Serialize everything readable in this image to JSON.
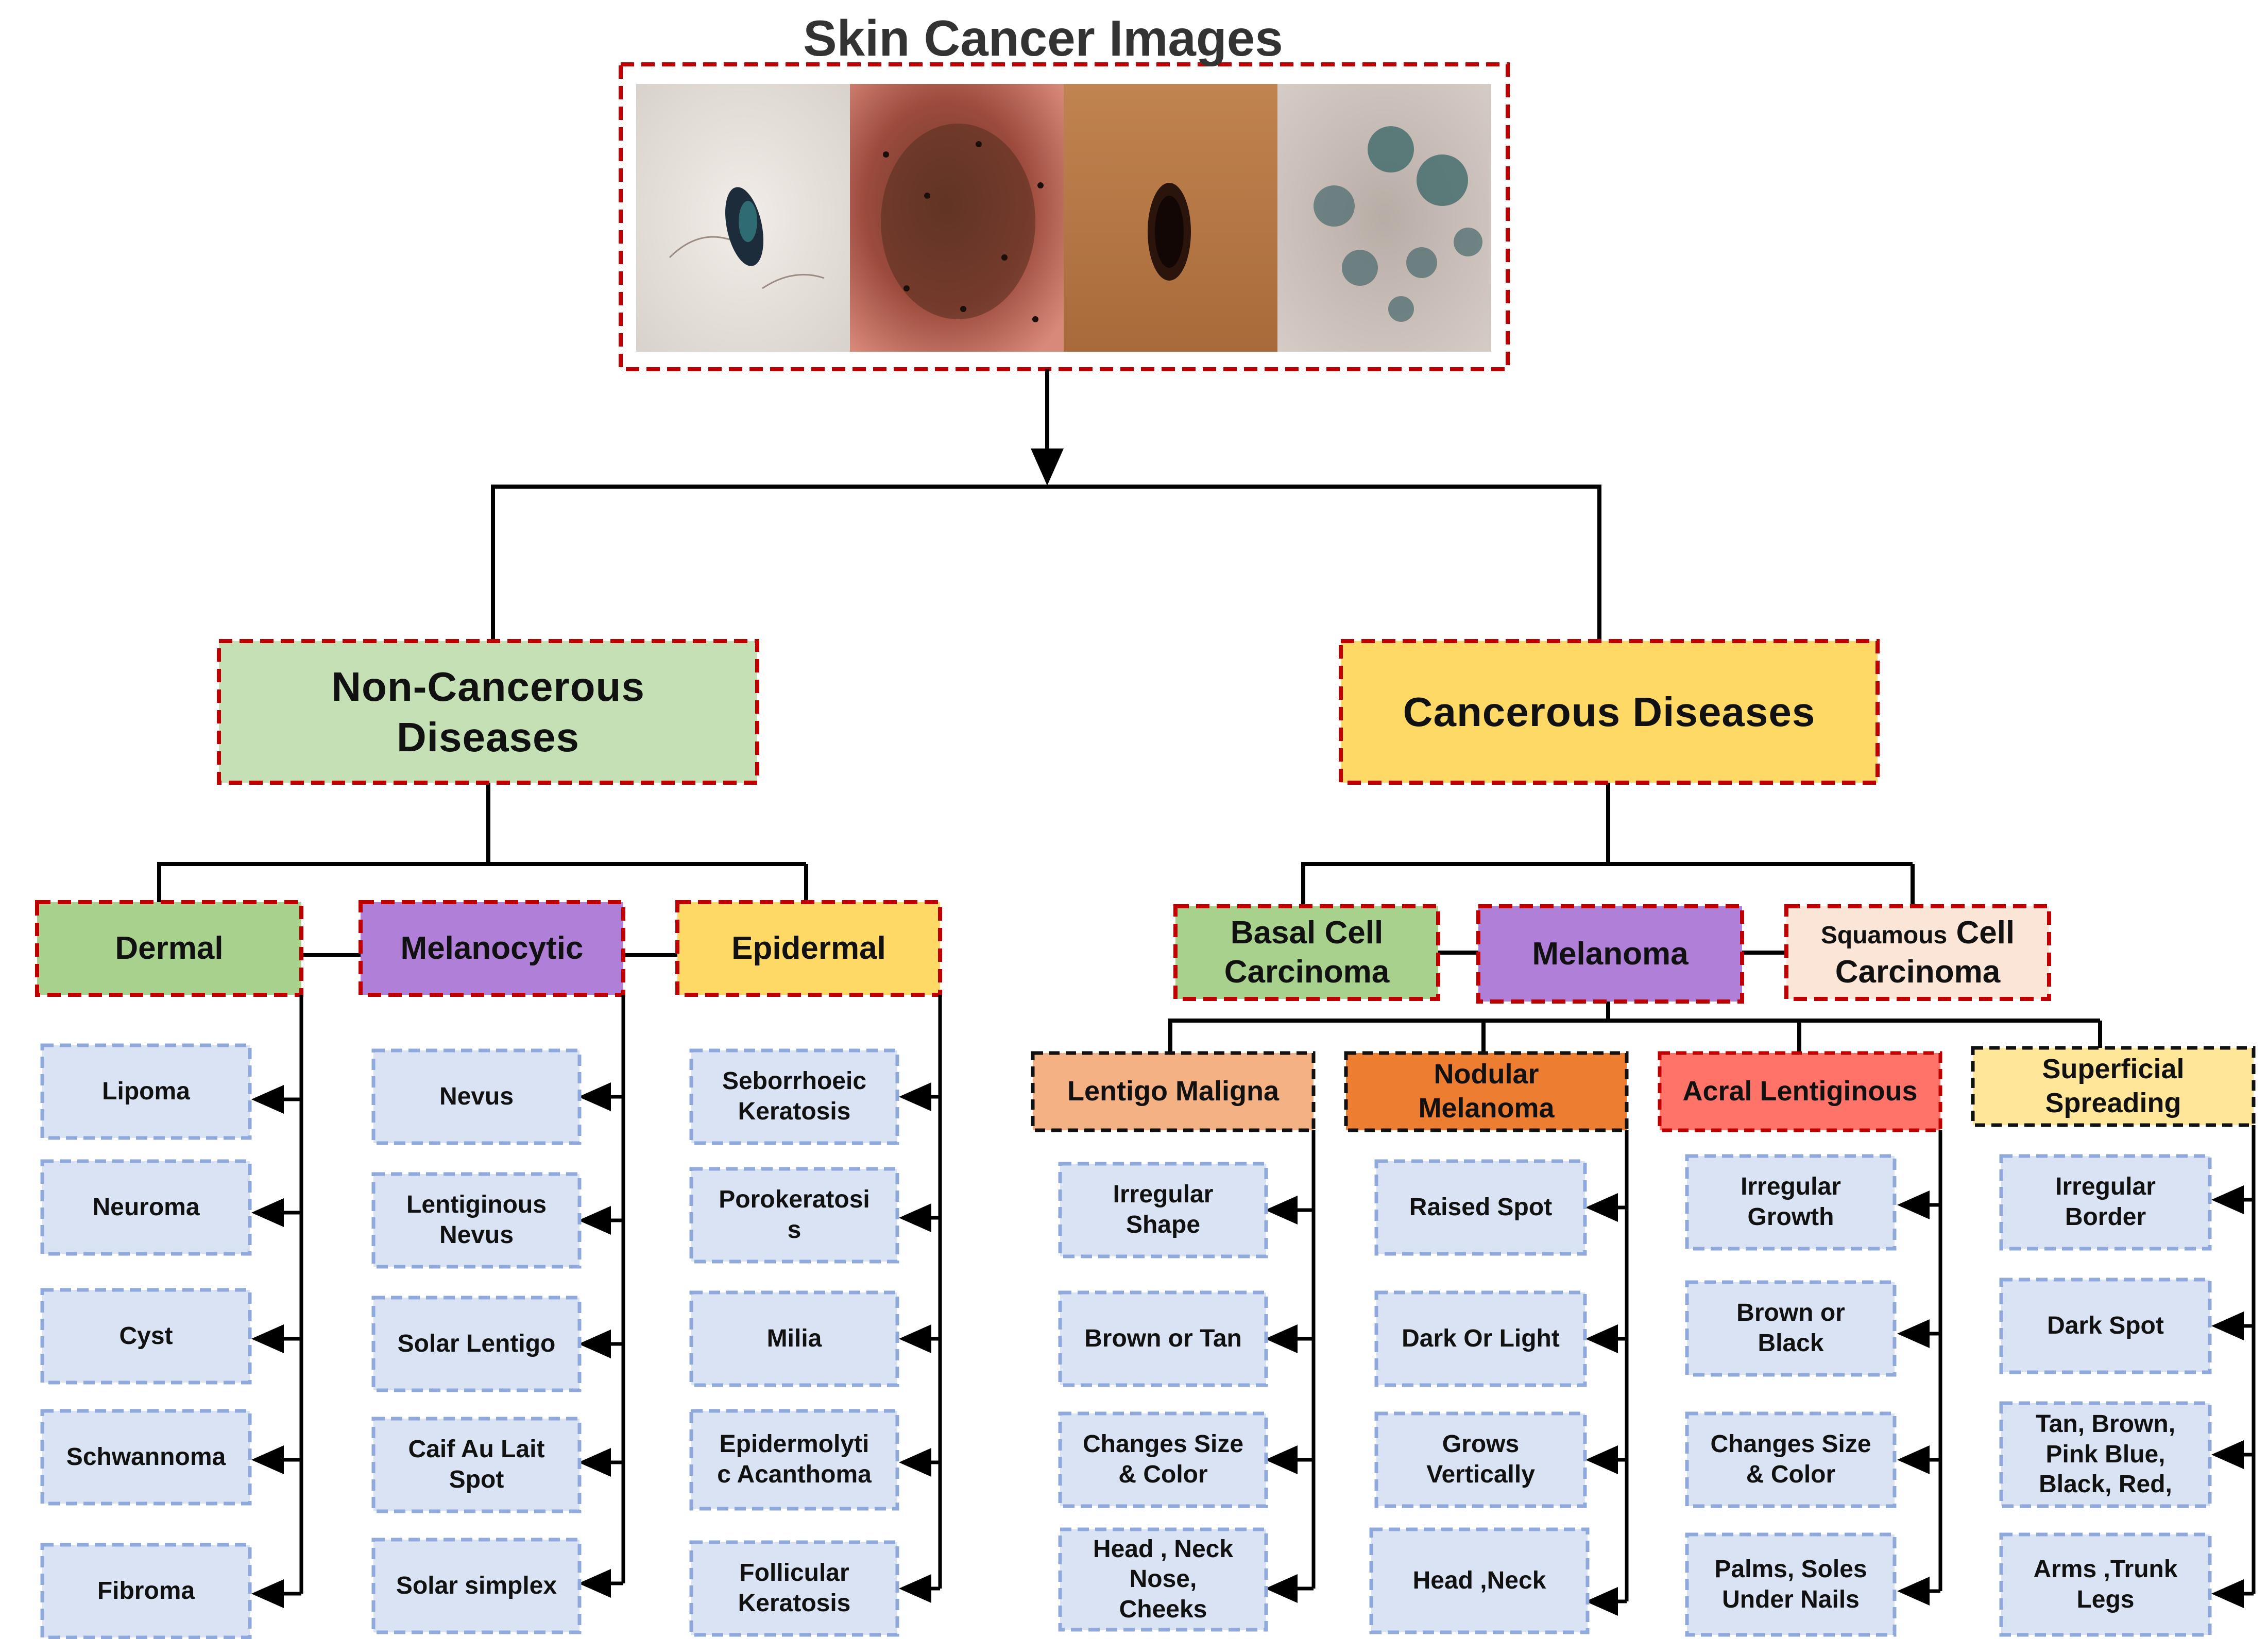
{
  "title": "Skin Cancer Images",
  "images": [
    {
      "icon": "mole-on-pale-skin-photo"
    },
    {
      "icon": "pigmented-lesion-on-red-skin-photo"
    },
    {
      "icon": "dark-mole-on-tan-skin-photo"
    },
    {
      "icon": "blue-grey-patches-on-skin-photo"
    }
  ],
  "colors": {
    "dashed_red": "#c00000",
    "dashed_blue": "#8fa9dc",
    "leaf_fill": "#dae3f3",
    "green": "#a9d18e",
    "light_green": "#c5e0b4",
    "purple": "#b07fd8",
    "yellow": "#ffd966",
    "peach": "#fbe5d6",
    "tan": "#f4b183",
    "orange": "#ed7d31",
    "coral": "#ff7369",
    "light_yellow": "#ffe699"
  },
  "non_cancerous": {
    "label_line1": "Non-Cancerous",
    "label_line2": "Diseases",
    "groups": [
      {
        "label": "Dermal",
        "items": [
          "Lipoma",
          "Neuroma",
          "Cyst",
          "Schwannoma",
          "Fibroma"
        ]
      },
      {
        "label": "Melanocytic",
        "items": [
          "Nevus",
          "Lentiginous\nNevus",
          "Solar Lentigo",
          "Caif Au Lait\nSpot",
          "Solar simplex"
        ]
      },
      {
        "label": "Epidermal",
        "items": [
          "Seborrhoeic\nKeratosis",
          "Porokeratosi\ns",
          "Milia",
          "Epidermolyti\nc Acanthoma",
          "Follicular\nKeratosis"
        ]
      }
    ]
  },
  "cancerous": {
    "label": "Cancerous Diseases",
    "types": [
      {
        "label": "Basal Cell\nCarcinoma"
      },
      {
        "label": "Melanoma"
      },
      {
        "label_small": "Squamous",
        "label_big": "Cell",
        "label_line2": "Carcinoma"
      }
    ],
    "melanoma_subtypes": [
      {
        "label": "Lentigo Maligna",
        "items": [
          "Irregular\nShape",
          "Brown or Tan",
          "Changes Size\n& Color",
          "Head , Neck\nNose,\nCheeks"
        ]
      },
      {
        "label": "Nodular\nMelanoma",
        "items": [
          "Raised Spot",
          "Dark Or Light",
          "Grows\nVertically",
          "Head ,Neck"
        ]
      },
      {
        "label": "Acral Lentiginous",
        "items": [
          "Irregular\nGrowth",
          "Brown or\nBlack",
          "Changes Size\n& Color",
          "Palms,  Soles\nUnder Nails"
        ]
      },
      {
        "label": "Superficial\nSpreading",
        "items": [
          "Irregular\nBorder",
          "Dark Spot",
          "Tan, Brown,\nPink Blue,\nBlack, Red,",
          "Arms ,Trunk\nLegs"
        ]
      }
    ]
  }
}
